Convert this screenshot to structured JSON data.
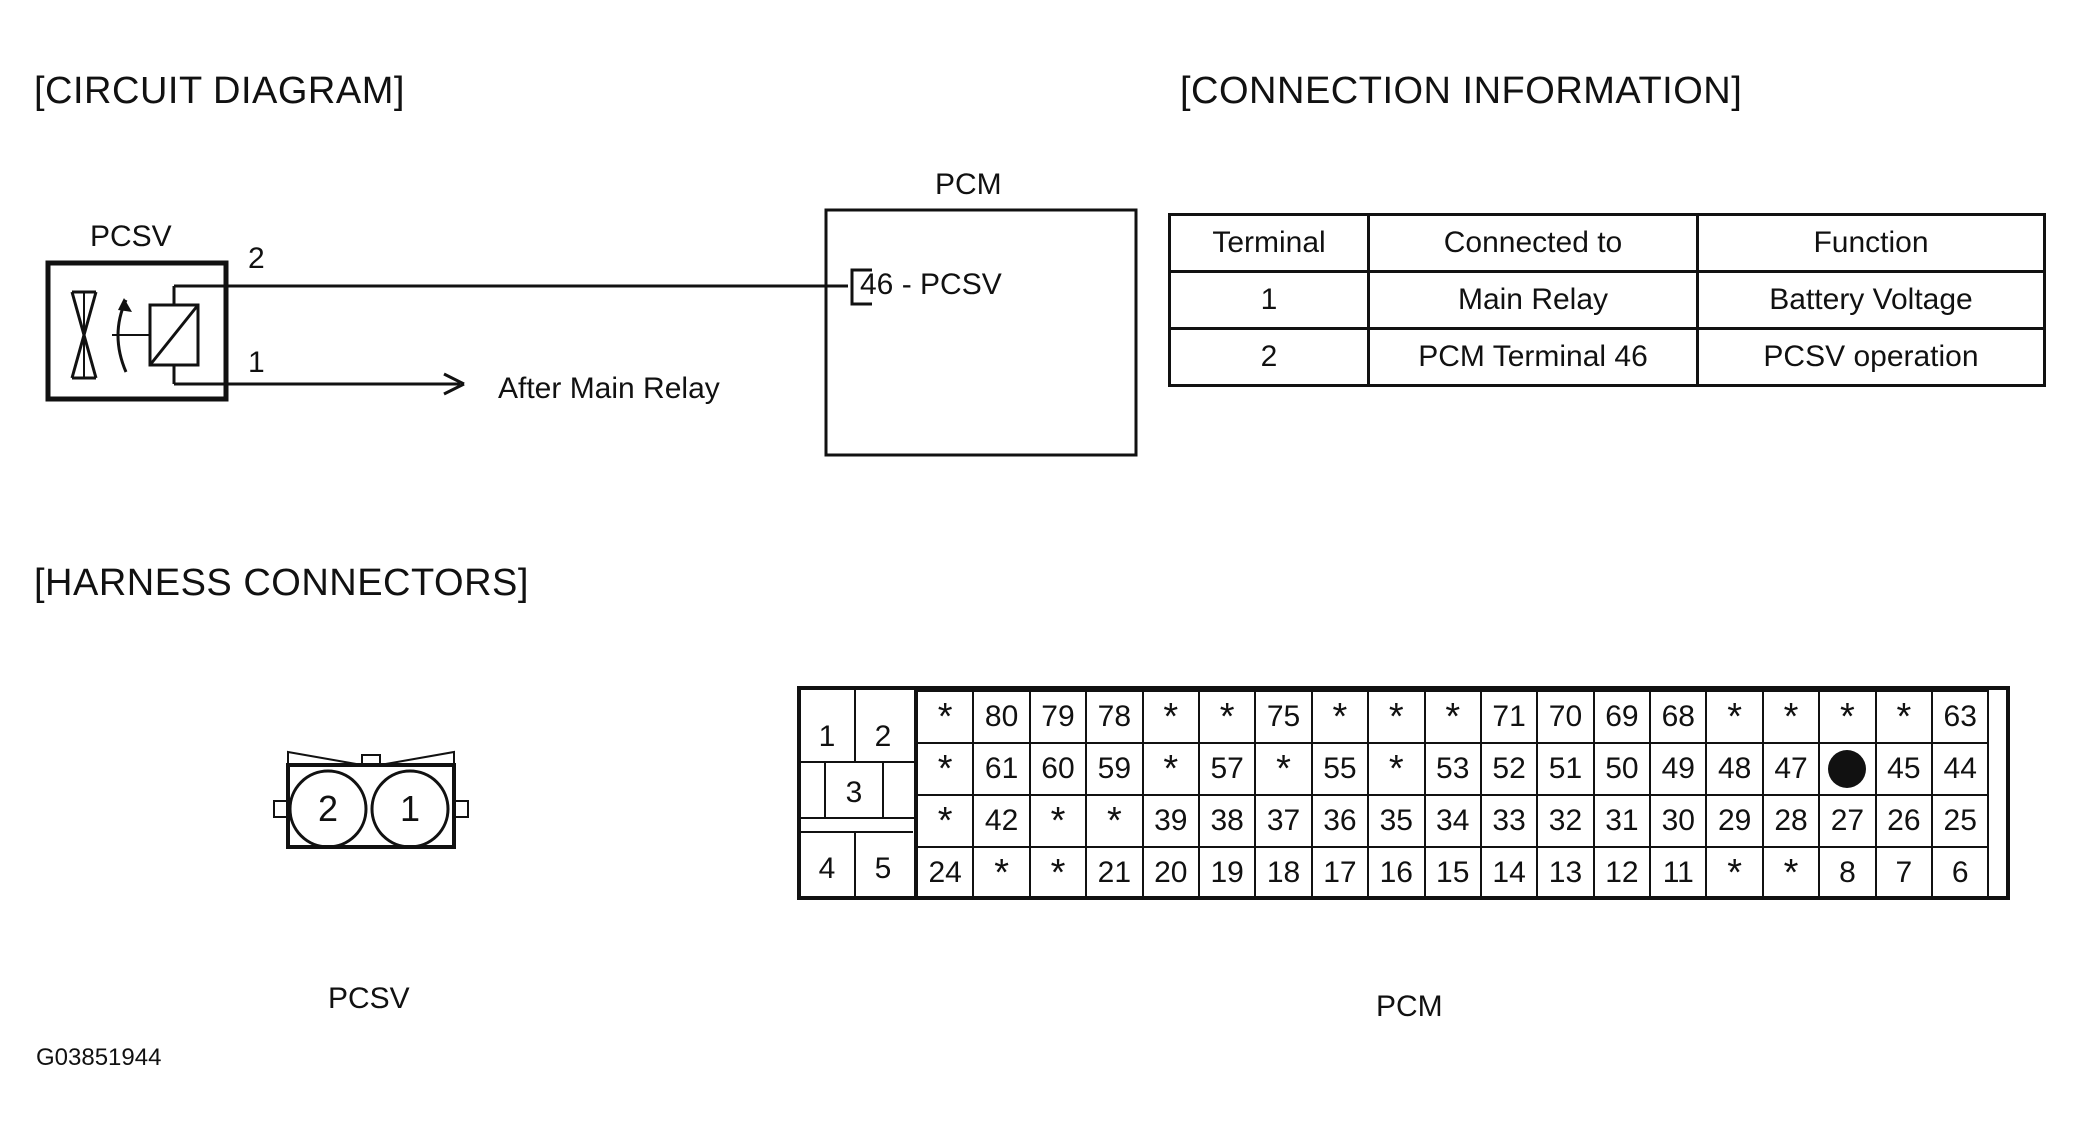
{
  "headings": {
    "circuit": "[CIRCUIT DIAGRAM]",
    "connection": "[CONNECTION INFORMATION]",
    "harness": "[HARNESS CONNECTORS]"
  },
  "circuit": {
    "pcsv_label": "PCSV",
    "pcm_label": "PCM",
    "wire2_num": "2",
    "wire1_num": "1",
    "pcm_terminal": "46 - PCSV",
    "after_relay": "After Main Relay"
  },
  "connection_table": {
    "headers": [
      "Terminal",
      "Connected to",
      "Function"
    ],
    "rows": [
      [
        "1",
        "Main Relay",
        "Battery Voltage"
      ],
      [
        "2",
        "PCM Terminal 46",
        "PCSV operation"
      ]
    ]
  },
  "pcsv_connector": {
    "pins": [
      "2",
      "1"
    ],
    "caption": "PCSV"
  },
  "pcm_connector": {
    "left_block": [
      "1",
      "2",
      "3",
      "4",
      "5"
    ],
    "rows": [
      [
        "*",
        "80",
        "79",
        "78",
        "*",
        "*",
        "75",
        "*",
        "*",
        "*",
        "71",
        "70",
        "69",
        "68",
        "*",
        "*",
        "*",
        "*",
        "63"
      ],
      [
        "*",
        "61",
        "60",
        "59",
        "*",
        "57",
        "*",
        "55",
        "*",
        "53",
        "52",
        "51",
        "50",
        "49",
        "48",
        "47",
        "●",
        "45",
        "44"
      ],
      [
        "*",
        "42",
        "*",
        "*",
        "39",
        "38",
        "37",
        "36",
        "35",
        "34",
        "33",
        "32",
        "31",
        "30",
        "29",
        "28",
        "27",
        "26",
        "25"
      ],
      [
        "24",
        "*",
        "*",
        "21",
        "20",
        "19",
        "18",
        "17",
        "16",
        "15",
        "14",
        "13",
        "12",
        "11",
        "*",
        "*",
        "8",
        "7",
        "6"
      ]
    ],
    "caption": "PCM"
  },
  "figure_id": "G03851944"
}
